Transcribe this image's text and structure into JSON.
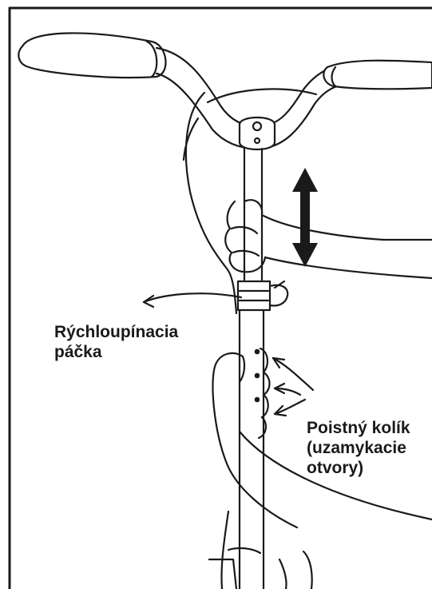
{
  "labels": {
    "quick_release_lever": [
      "Rýchloupínacia",
      "páčka"
    ],
    "locking_pin": [
      "Poistný kolík",
      "(uzamykacie",
      "otvory)"
    ]
  },
  "colors": {
    "line": "#1a1a1a",
    "background": "#ffffff"
  },
  "icons": {
    "adjust_direction": "double-arrow-vertical-icon",
    "pointer_arrows": "callout-arrow-icon"
  }
}
